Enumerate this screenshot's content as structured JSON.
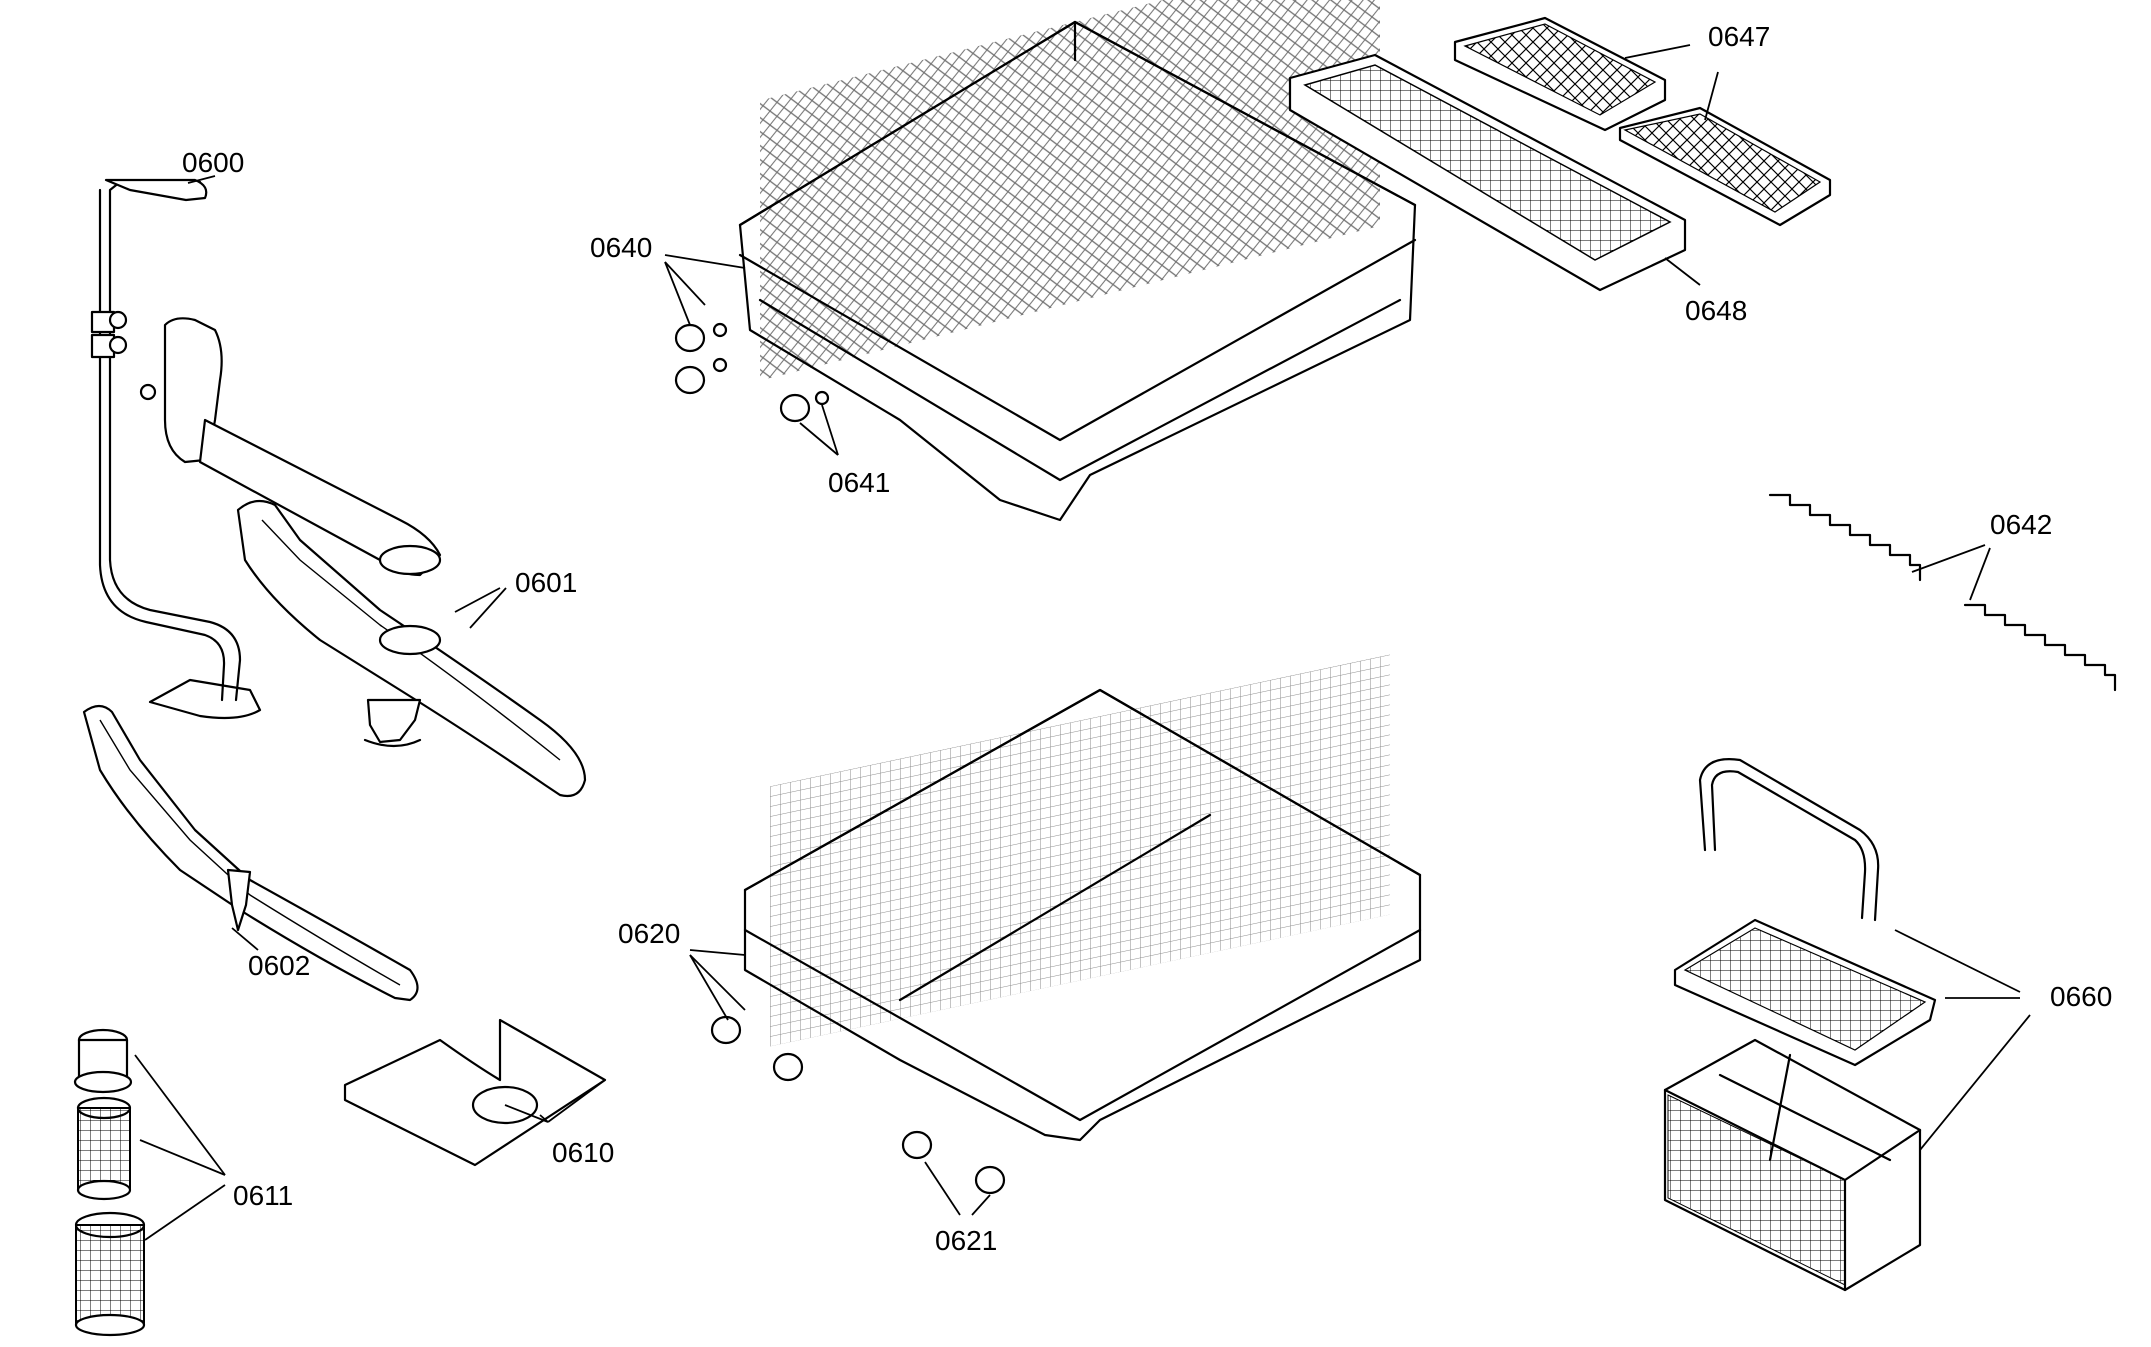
{
  "labels": {
    "l0600": "0600",
    "l0601": "0601",
    "l0602": "0602",
    "l0610": "0610",
    "l0611": "0611",
    "l0620": "0620",
    "l0621": "0621",
    "l0640": "0640",
    "l0641": "0641",
    "l0642": "0642",
    "l0647": "0647",
    "l0648": "0648",
    "l0660": "0660"
  }
}
